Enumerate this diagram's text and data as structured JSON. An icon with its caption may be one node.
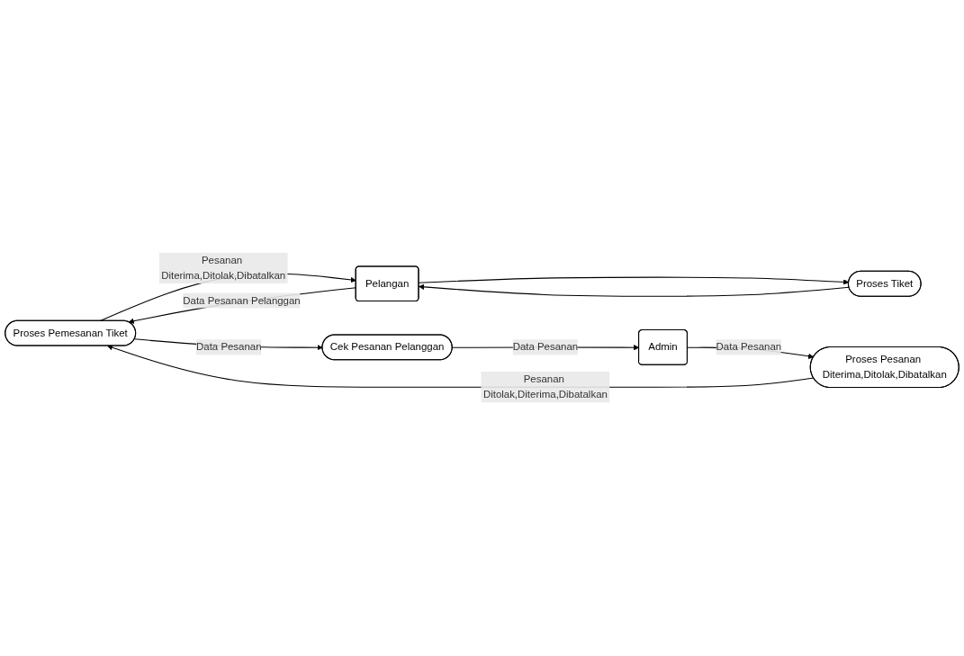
{
  "diagram": {
    "nodes": [
      {
        "text": [
          "Proses Pemesanan Tiket"
        ]
      },
      {
        "text": [
          "Pelangan"
        ]
      },
      {
        "text": [
          "Proses Tiket"
        ]
      },
      {
        "text": [
          "Cek Pesanan Pelanggan"
        ]
      },
      {
        "text": [
          "Admin"
        ]
      },
      {
        "text": [
          "Proses Pesanan Diterima,Ditolak,Dibatalkan"
        ]
      }
    ],
    "edges": [
      {
        "from": 1,
        "to": 0,
        "arrow": "to",
        "label": "Data Pesanan Pelanggan"
      },
      {
        "from": 0,
        "to": 1,
        "arrow": "to",
        "label": "Pesanan Diterima,Ditolak,Dibatalkan"
      },
      {
        "from": 1,
        "to": 2,
        "arrow": "to"
      },
      {
        "from": 2,
        "to": 1,
        "arrow": "to"
      },
      {
        "from": 0,
        "to": 3,
        "arrow": "to",
        "label": "Data Pesanan"
      },
      {
        "from": 3,
        "to": 4,
        "arrow": "to",
        "label": "Data Pesanan"
      },
      {
        "from": 4,
        "to": 5,
        "arrow": "to",
        "label": "Data Pesanan"
      },
      {
        "from": 5,
        "to": 0,
        "arrow": "to",
        "label": "Pesanan Ditolak,Diterima,Dibatalkan"
      }
    ]
  }
}
